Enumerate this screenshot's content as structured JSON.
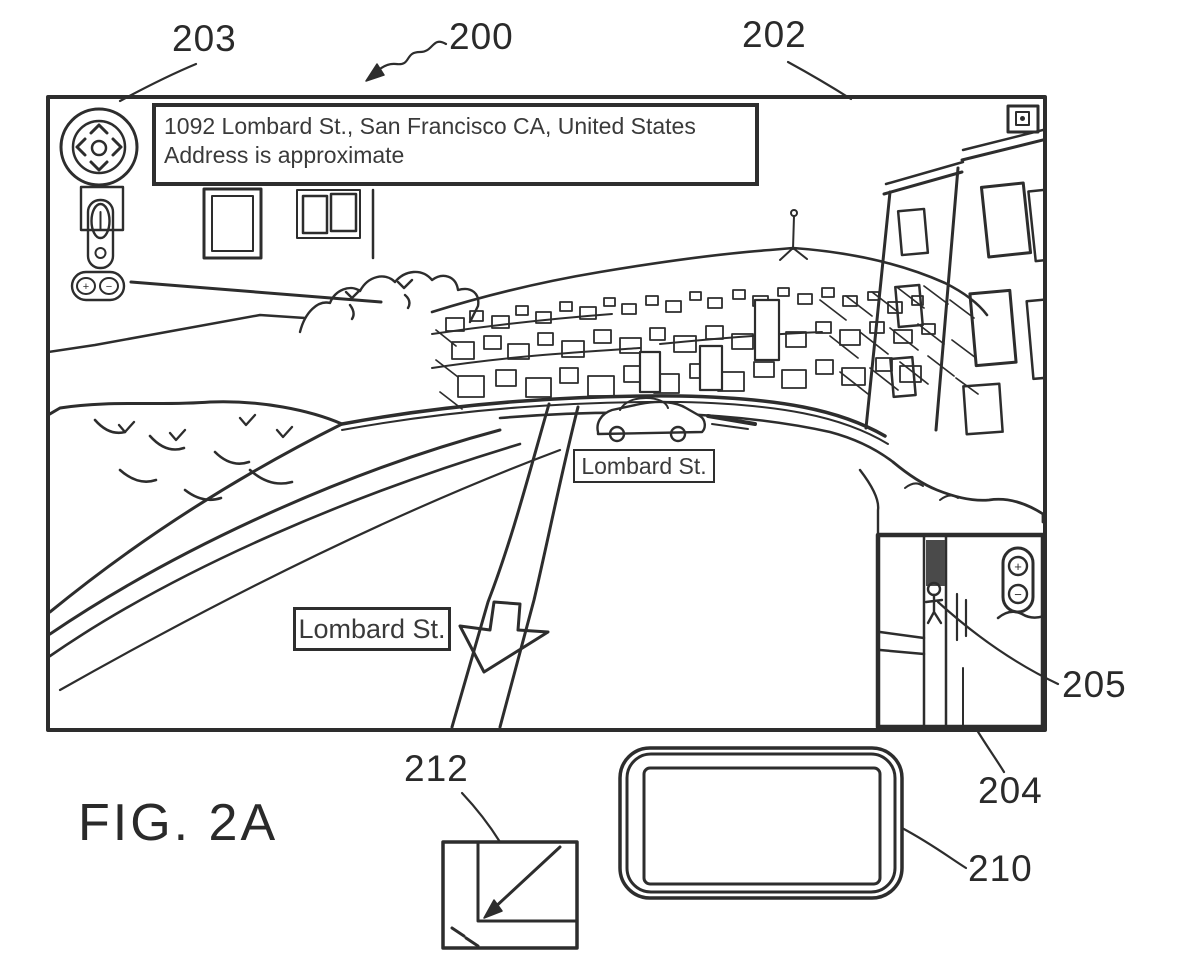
{
  "figure": {
    "caption": "FIG. 2A",
    "refs": {
      "r200": "200",
      "r202": "202",
      "r203": "203",
      "r204": "204",
      "r205": "205",
      "r210": "210",
      "r212": "212"
    }
  },
  "street_view": {
    "address_banner": {
      "line1": "1092 Lombard St., San Francisco CA, United States",
      "line2": "Address is approximate"
    },
    "street_label_far": "Lombard St.",
    "street_label_near": "Lombard St."
  },
  "icons": {
    "pan_control": "circular-pan-control",
    "zoom_slider": "vertical-zoom-slider",
    "zoom_in_glyph": "+",
    "zoom_out_glyph": "−",
    "fullscreen": "fullscreen-toggle-icon",
    "navigation_arrow": "street-navigation-arrow",
    "location_marker": "pegman-location-marker",
    "minimize": "minimize-resize-icon"
  },
  "colors": {
    "ink": "#2d2d2d",
    "paper": "#ffffff"
  }
}
